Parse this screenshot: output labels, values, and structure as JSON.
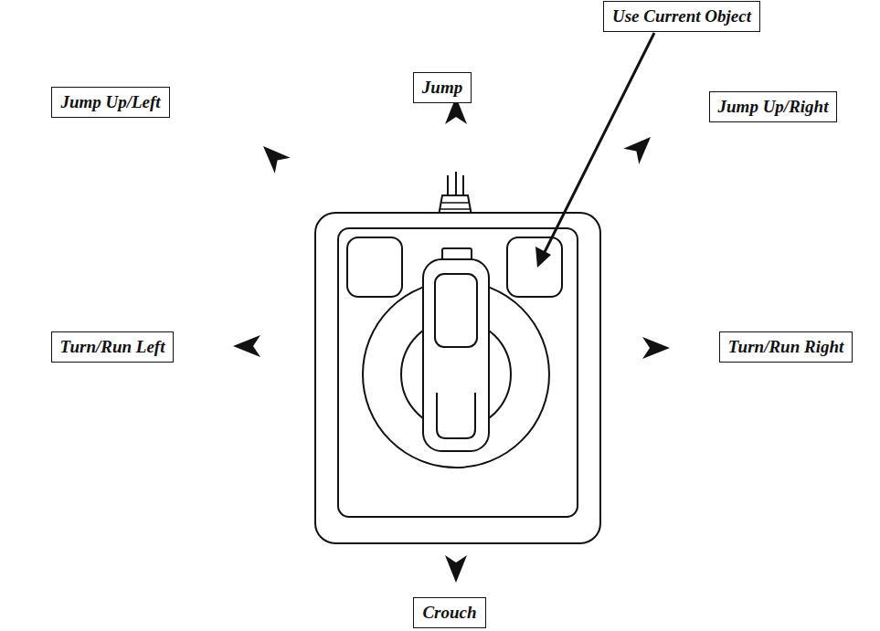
{
  "diagram": {
    "nodes": [
      {
        "text": [
          "Use Current Object"
        ]
      },
      {
        "text": [
          "Jump"
        ]
      },
      {
        "text": [
          "Jump Up/Left"
        ]
      },
      {
        "text": [
          "Jump Up/Right"
        ]
      },
      {
        "text": [
          "Turn/Run Left"
        ]
      },
      {
        "text": [
          "Turn/Run Right"
        ]
      },
      {
        "text": [
          "Crouch"
        ]
      }
    ]
  }
}
